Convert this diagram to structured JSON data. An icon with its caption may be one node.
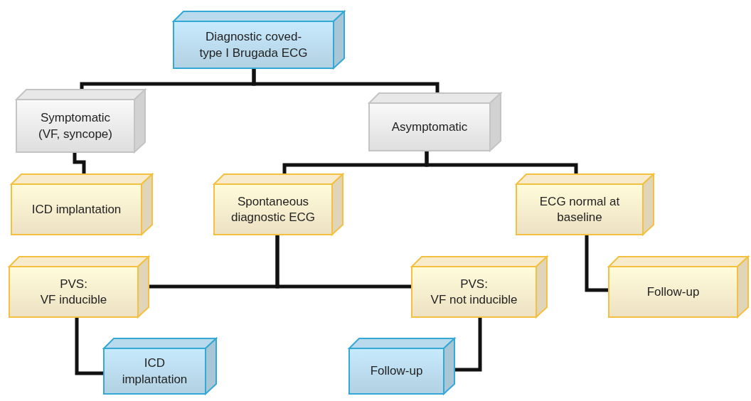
{
  "diagram": {
    "nodes": [
      {
        "text": [
          "Diagnostic coved-type I Brugada ECG"
        ]
      },
      {
        "text": [
          "Symptomatic (VF, syncope)"
        ]
      },
      {
        "text": [
          "Asymptomatic"
        ]
      },
      {
        "text": [
          "ICD implantation"
        ]
      },
      {
        "text": [
          "Spontaneous diagnostic ECG"
        ]
      },
      {
        "text": [
          "ECG normal at baseline"
        ]
      },
      {
        "text": [
          "PVS:",
          "VF inducible"
        ]
      },
      {
        "text": [
          "PVS:",
          "VF not inducible"
        ]
      },
      {
        "text": [
          "Follow-up"
        ]
      },
      {
        "text": [
          "ICD implantation"
        ]
      },
      {
        "text": [
          "Follow-up"
        ]
      }
    ],
    "edges": [
      {
        "from": 0,
        "to": 1,
        "arrow": "none"
      },
      {
        "from": 0,
        "to": 2,
        "arrow": "none"
      },
      {
        "from": 1,
        "to": 3,
        "arrow": "none"
      },
      {
        "from": 2,
        "to": 4,
        "arrow": "none"
      },
      {
        "from": 2,
        "to": 5,
        "arrow": "none"
      },
      {
        "from": 4,
        "to": 6,
        "arrow": "none"
      },
      {
        "from": 4,
        "to": 7,
        "arrow": "none"
      },
      {
        "from": 5,
        "to": 8,
        "arrow": "none"
      },
      {
        "from": 6,
        "to": 9,
        "arrow": "none"
      },
      {
        "from": 7,
        "to": 10,
        "arrow": "none"
      }
    ]
  }
}
